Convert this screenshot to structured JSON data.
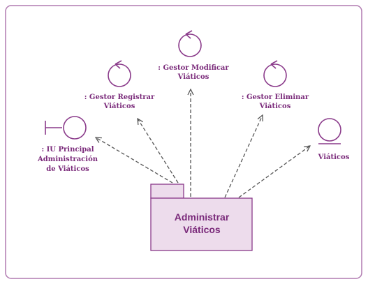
{
  "colors": {
    "stroke": "#8a3a8a",
    "text": "#7a2a7a",
    "package_fill": "#eddcec",
    "arrow": "#555555",
    "frame": "#b07ab0"
  },
  "package": {
    "line1": "Administrar",
    "line2": "Viáticos"
  },
  "gestor_registrar": {
    "line1": ": Gestor Registrar",
    "line2": "Viáticos",
    "icon": "control-icon"
  },
  "gestor_modificar": {
    "line1": ": Gestor Modificar",
    "line2": "Viáticos",
    "icon": "control-icon"
  },
  "gestor_eliminar": {
    "line1": ": Gestor Eliminar",
    "line2": "Viáticos",
    "icon": "control-icon"
  },
  "iu_principal": {
    "line1": ": IU Principal",
    "line2": "Administración",
    "line3": "de Viáticos",
    "icon": "boundary-icon"
  },
  "viaticos_entity": {
    "line1": "Viáticos",
    "icon": "entity-icon"
  }
}
